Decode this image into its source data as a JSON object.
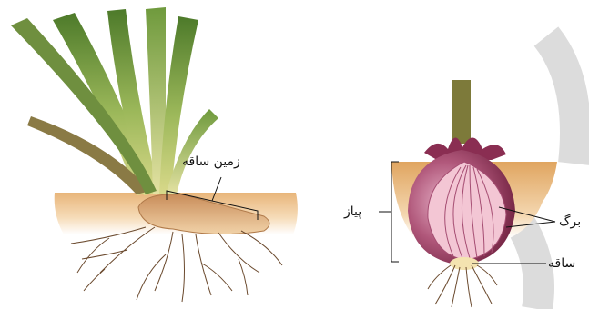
{
  "labels": {
    "rhizome": "زمین ساقه",
    "onion": "پیاز",
    "leaf": "برگ",
    "stem": "ساقه"
  },
  "colors": {
    "soil_light": "#f6ddb8",
    "soil_dark": "#e2a35c",
    "onion_skin": "#8a2e52",
    "onion_flesh": "#f3c9d6",
    "stem_green": "#7d7a3a",
    "leaf_green": "#7aa04a",
    "root_brown": "#6b4a2e",
    "watermark": "#d9d9d9"
  }
}
